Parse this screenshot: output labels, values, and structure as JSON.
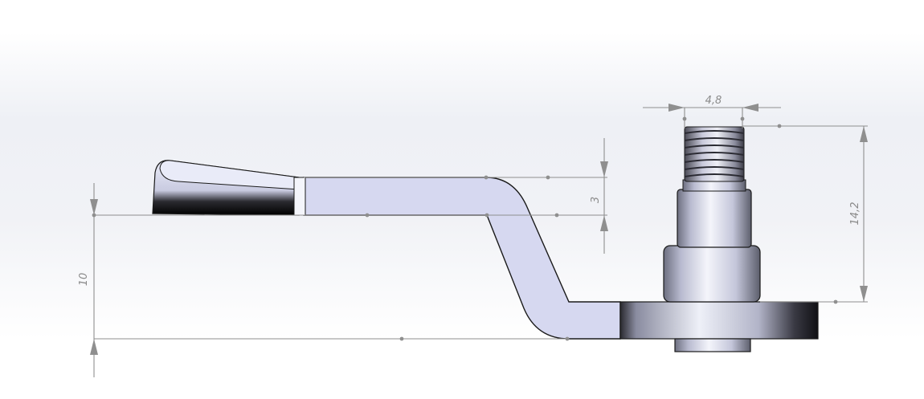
{
  "drawing": {
    "dimensions": {
      "thread_diameter": "4,8",
      "pin_height": "14,2",
      "tab_thickness": "3",
      "offset_height": "10"
    },
    "colors": {
      "part_face": "#d6d8f0",
      "part_edge": "#1a1a1a",
      "dimension_line": "#8f8f8f",
      "background_top": "#ffffff",
      "background_mid": "#eef0f5"
    }
  }
}
